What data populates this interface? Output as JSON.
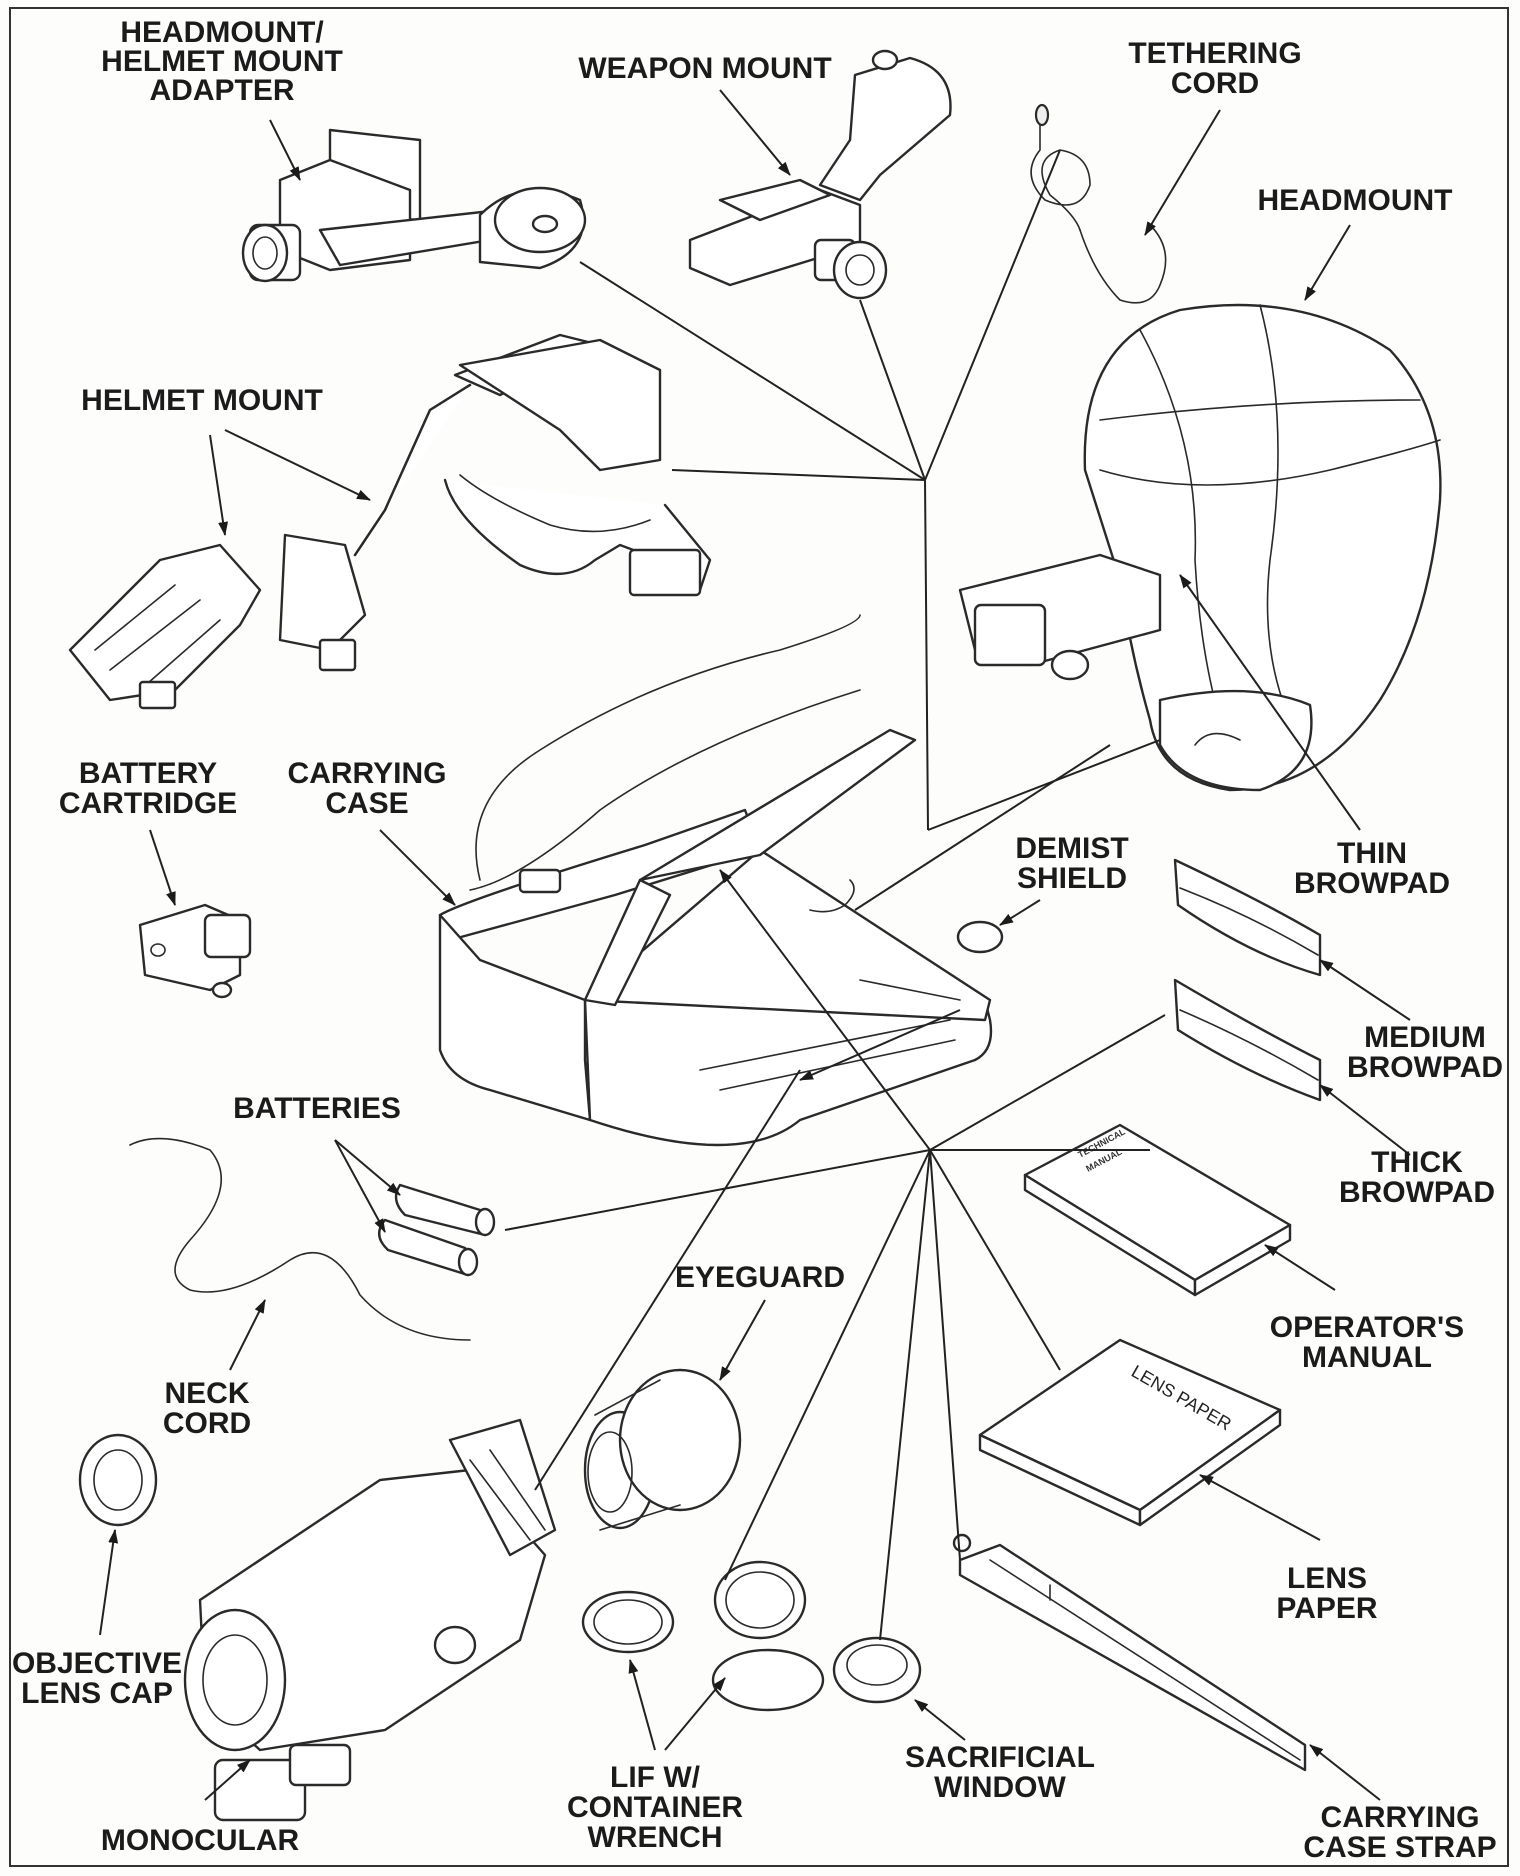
{
  "labels": {
    "headmount_helmet_adapter": [
      "HEADMOUNT/",
      "HELMET MOUNT",
      "ADAPTER"
    ],
    "weapon_mount": [
      "WEAPON MOUNT"
    ],
    "tethering_cord": [
      "TETHERING",
      "CORD"
    ],
    "headmount": [
      "HEADMOUNT"
    ],
    "helmet_mount": [
      "HELMET MOUNT"
    ],
    "battery_cartridge": [
      "BATTERY",
      "CARTRIDGE"
    ],
    "carrying_case": [
      "CARRYING",
      "CASE"
    ],
    "demist_shield": [
      "DEMIST",
      "SHIELD"
    ],
    "thin_browpad": [
      "THIN",
      "BROWPAD"
    ],
    "medium_browpad": [
      "MEDIUM",
      "BROWPAD"
    ],
    "thick_browpad": [
      "THICK",
      "BROWPAD"
    ],
    "batteries": [
      "BATTERIES"
    ],
    "operators_manual": [
      "OPERATOR'S",
      "MANUAL"
    ],
    "eyeguard": [
      "EYEGUARD"
    ],
    "neck_cord": [
      "NECK",
      "CORD"
    ],
    "lens_paper": [
      "LENS",
      "PAPER"
    ],
    "objective_lens_cap": [
      "OBJECTIVE",
      "LENS CAP"
    ],
    "monocular": [
      "MONOCULAR"
    ],
    "lif_container_wrench": [
      "LIF W/",
      "CONTAINER",
      "WRENCH"
    ],
    "sacrificial_window": [
      "SACRIFICIAL",
      "WINDOW"
    ],
    "carrying_case_strap": [
      "CARRYING",
      "CASE STRAP"
    ]
  },
  "item_text": {
    "lens_paper_pack": "LENS PAPER",
    "manual_cover": [
      "TECHNICAL",
      "MANUAL"
    ]
  },
  "colors": {
    "ink": "#1b1b1b",
    "paper": "#fdfdfc"
  }
}
